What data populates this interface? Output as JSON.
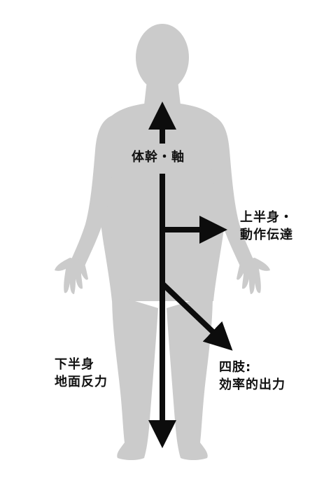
{
  "colors": {
    "body": "#cbcbcb",
    "arrow": "#0c0c0c",
    "text": "#111111",
    "background": "#ffffff"
  },
  "labels": {
    "core": "体幹・軸",
    "upper_line1": "上半身・",
    "upper_line2": "動作伝達",
    "lower_line1": "下半身",
    "lower_line2": "地面反力",
    "limbs_line1": "四肢:",
    "limbs_line2": "効率的出力"
  }
}
